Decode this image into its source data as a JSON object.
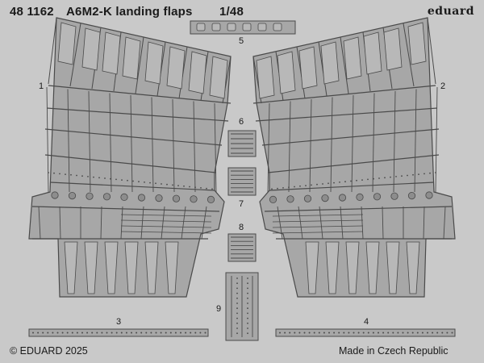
{
  "header": {
    "code": "48 1162",
    "title": "A6M2-K landing flaps",
    "scale": "1/48",
    "brand": "eduard"
  },
  "parts": {
    "p1": "1",
    "p2": "2",
    "p3": "3",
    "p4": "4",
    "p5": "5",
    "p6": "6",
    "p7": "7",
    "p8": "8",
    "p9": "9"
  },
  "footer": {
    "copyright": "© EDUARD 2025",
    "origin": "Made in Czech Republic"
  },
  "colors": {
    "fret": "#c9c9c9",
    "part": "#a7a7a7",
    "line": "#4a4a4a",
    "ink": "#1a1a1a"
  }
}
